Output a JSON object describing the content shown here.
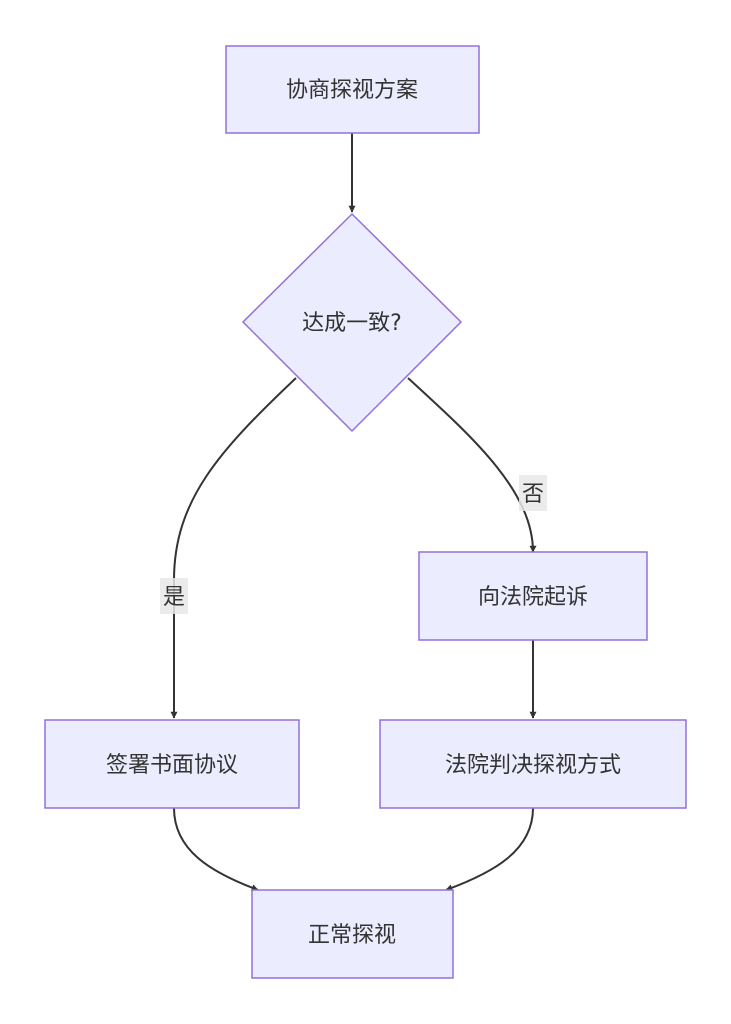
{
  "nodes": {
    "negotiate": "协商探视方案",
    "agree": "达成一致?",
    "sue": "向法院起诉",
    "sign": "签署书面协议",
    "court": "法院判决探视方式",
    "normal": "正常探视"
  },
  "edge_labels": {
    "yes": "是",
    "no": "否"
  },
  "colors": {
    "node_fill": "#ECECFF",
    "node_stroke": "#9370DB",
    "edge": "#333333",
    "label_bg": "#E8E8E8"
  }
}
